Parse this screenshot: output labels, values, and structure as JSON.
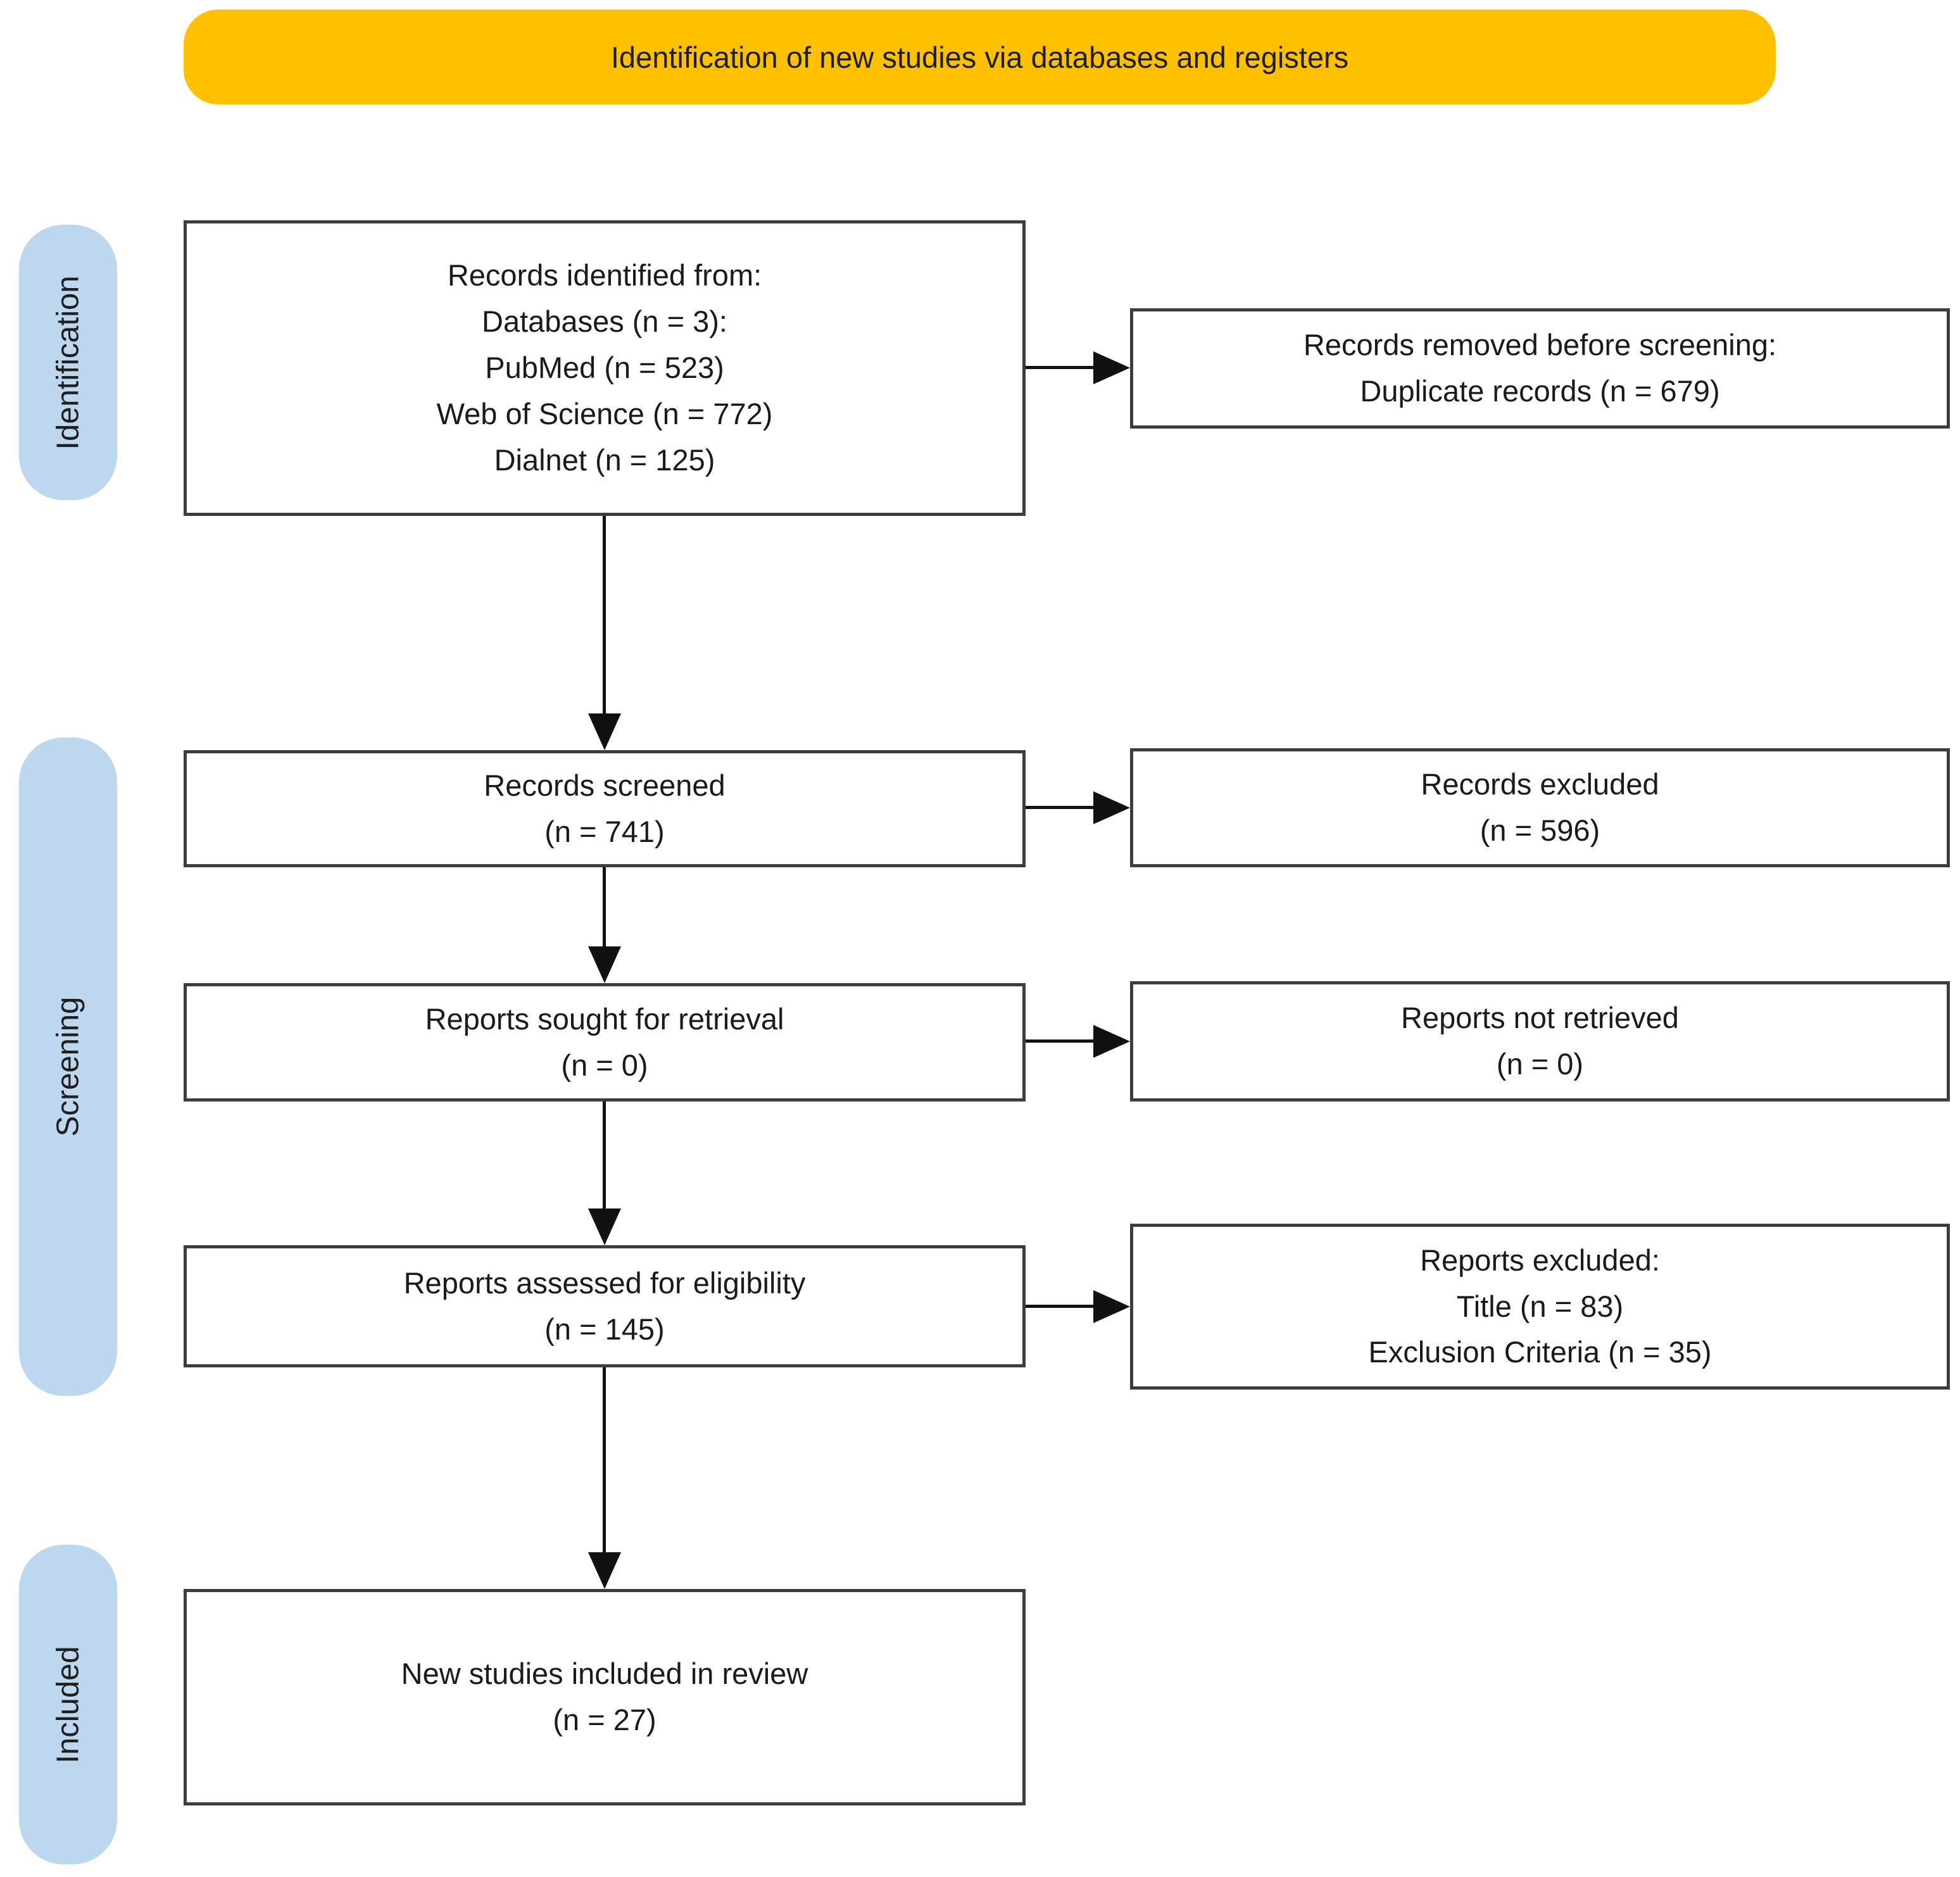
{
  "banner": {
    "label": "Identification of new studies via databases and registers"
  },
  "sidebar": {
    "identification": "Identification",
    "screening": "Screening",
    "included": "Included"
  },
  "boxes": {
    "records_identified": {
      "lines": [
        "Records identified from:",
        "Databases (n = 3):",
        "PubMed (n = 523)",
        "Web of Science (n = 772)",
        "Dialnet (n = 125)"
      ]
    },
    "records_removed": {
      "lines": [
        "Records removed before screening:",
        "Duplicate records (n = 679)"
      ]
    },
    "records_screened": {
      "lines": [
        "Records screened",
        "(n = 741)"
      ]
    },
    "records_excluded": {
      "lines": [
        "Records excluded",
        "(n = 596)"
      ]
    },
    "reports_sought": {
      "lines": [
        "Reports sought for retrieval",
        "(n = 0)"
      ]
    },
    "reports_not_retrieved": {
      "lines": [
        "Reports not retrieved",
        "(n = 0)"
      ]
    },
    "reports_assessed": {
      "lines": [
        "Reports assessed for eligibility",
        "(n = 145)"
      ]
    },
    "reports_excluded": {
      "lines": [
        "Reports excluded:",
        "Title (n = 83)",
        "Exclusion Criteria (n = 35)"
      ]
    },
    "new_studies_included": {
      "lines": [
        "New studies included in review",
        "(n = 27)"
      ]
    }
  },
  "flow": [
    {
      "from": "records_identified",
      "to": "records_removed"
    },
    {
      "from": "records_identified",
      "to": "records_screened"
    },
    {
      "from": "records_screened",
      "to": "records_excluded"
    },
    {
      "from": "records_screened",
      "to": "reports_sought"
    },
    {
      "from": "reports_sought",
      "to": "reports_not_retrieved"
    },
    {
      "from": "reports_sought",
      "to": "reports_assessed"
    },
    {
      "from": "reports_assessed",
      "to": "reports_excluded"
    },
    {
      "from": "reports_assessed",
      "to": "new_studies_included"
    }
  ],
  "colors": {
    "banner_bg": "#FFC000",
    "stage_pill_bg": "#BDD7EE",
    "box_border": "#3d3d3d",
    "arrow": "#111111",
    "box_bg": "#ffffff"
  }
}
